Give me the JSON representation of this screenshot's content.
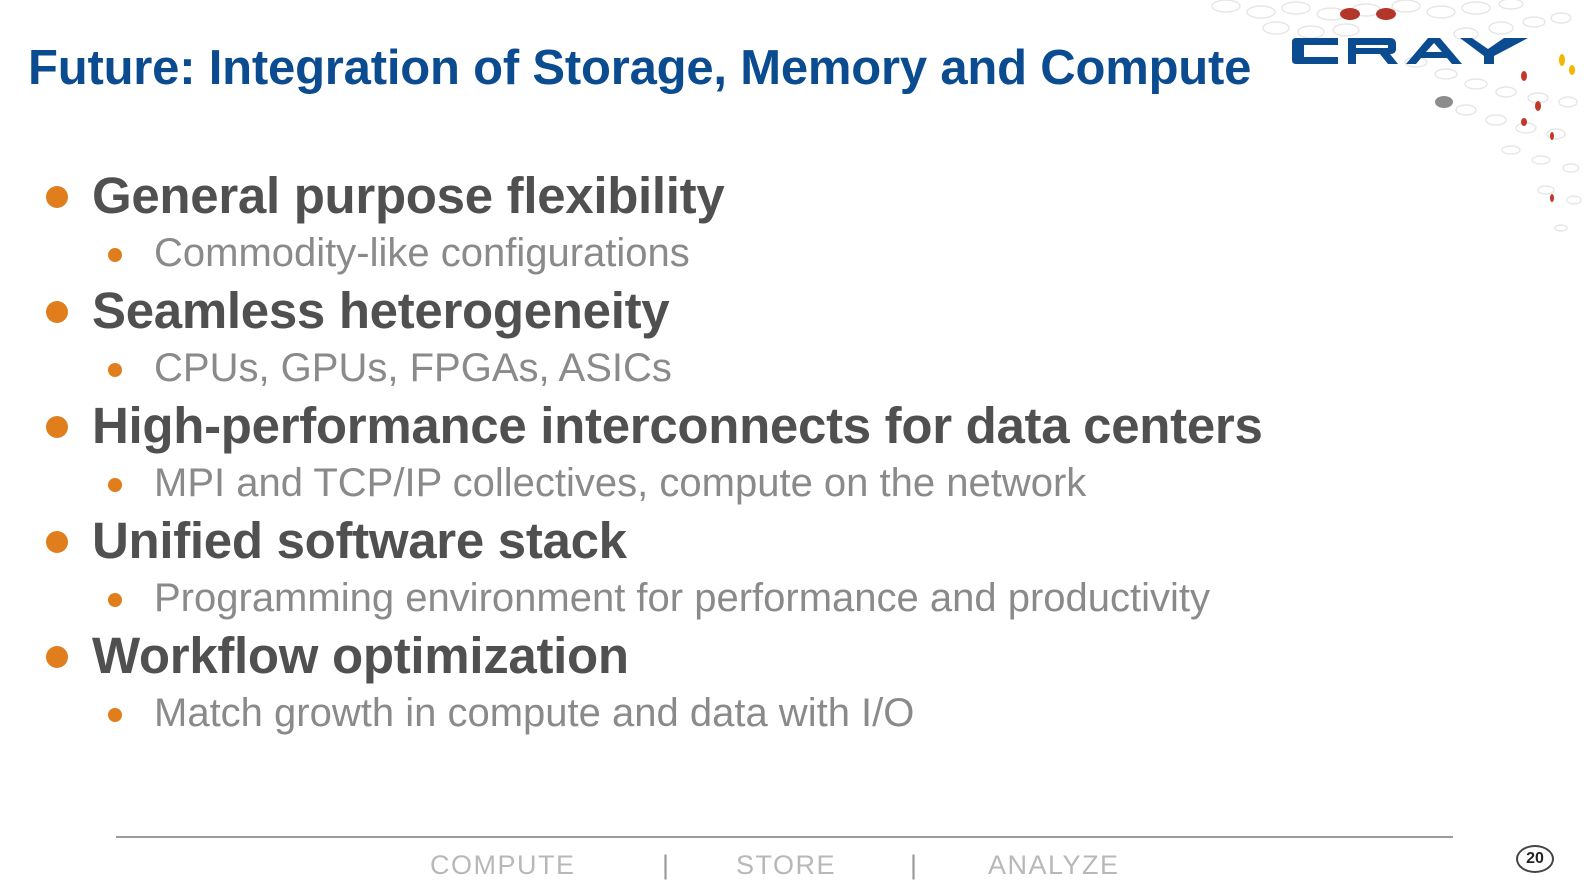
{
  "slide": {
    "title": "Future: Integration of Storage, Memory and Compute",
    "logo_text": "CRAY",
    "bullets": [
      {
        "heading": "General purpose flexibility",
        "sub": "Commodity-like configurations"
      },
      {
        "heading": "Seamless heterogeneity",
        "sub": "CPUs, GPUs, FPGAs, ASICs"
      },
      {
        "heading": "High-performance interconnects for data centers",
        "sub": "MPI and TCP/IP collectives, compute on the network"
      },
      {
        "heading": "Unified software stack",
        "sub": "Programming environment for performance and productivity"
      },
      {
        "heading": "Workflow optimization",
        "sub": "Match growth in compute and data with I/O"
      }
    ],
    "footer": {
      "compute": "COMPUTE",
      "separator": "|",
      "store": "STORE",
      "analyze": "ANALYZE"
    },
    "page_number": "20"
  },
  "colors": {
    "title": "#0b4b8f",
    "bullet_dot": "#e07e1e",
    "heading_text": "#505050",
    "sub_text": "#8a8a8a",
    "logo": "#0b4b8f",
    "footer_text": "#b8b8b8"
  },
  "icons": {
    "bullet": "orange-dot-icon"
  }
}
